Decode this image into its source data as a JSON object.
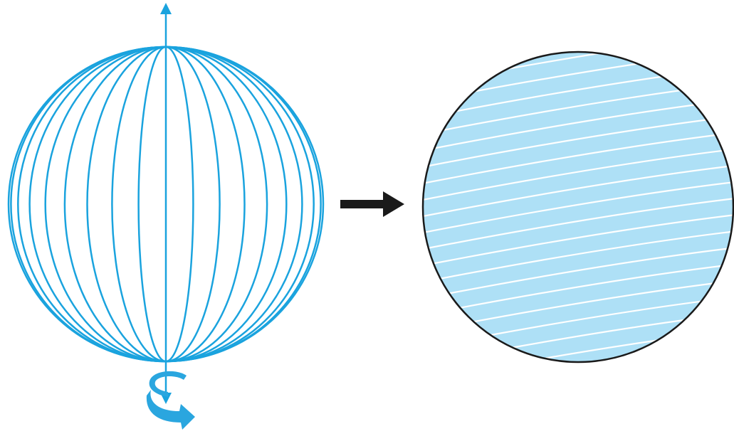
{
  "diagram": {
    "left_sphere": {
      "description_name": "meridian-wireframe-sphere",
      "meridian_count": 8,
      "stroke_color": "#1aa3de"
    },
    "rotation_axis": {
      "color": "#1aa3de"
    },
    "rotation_arrow": {
      "icon": "rotate-arrow-icon",
      "fill_color": "#2aa6df"
    },
    "transform_arrow": {
      "icon": "right-arrow-icon",
      "color": "#1a1a1a"
    },
    "right_sphere": {
      "fill_color": "#aee0f6",
      "stripe_color": "#ffffff",
      "outline_color": "#1a1a1a",
      "stripe_count": 19
    }
  }
}
